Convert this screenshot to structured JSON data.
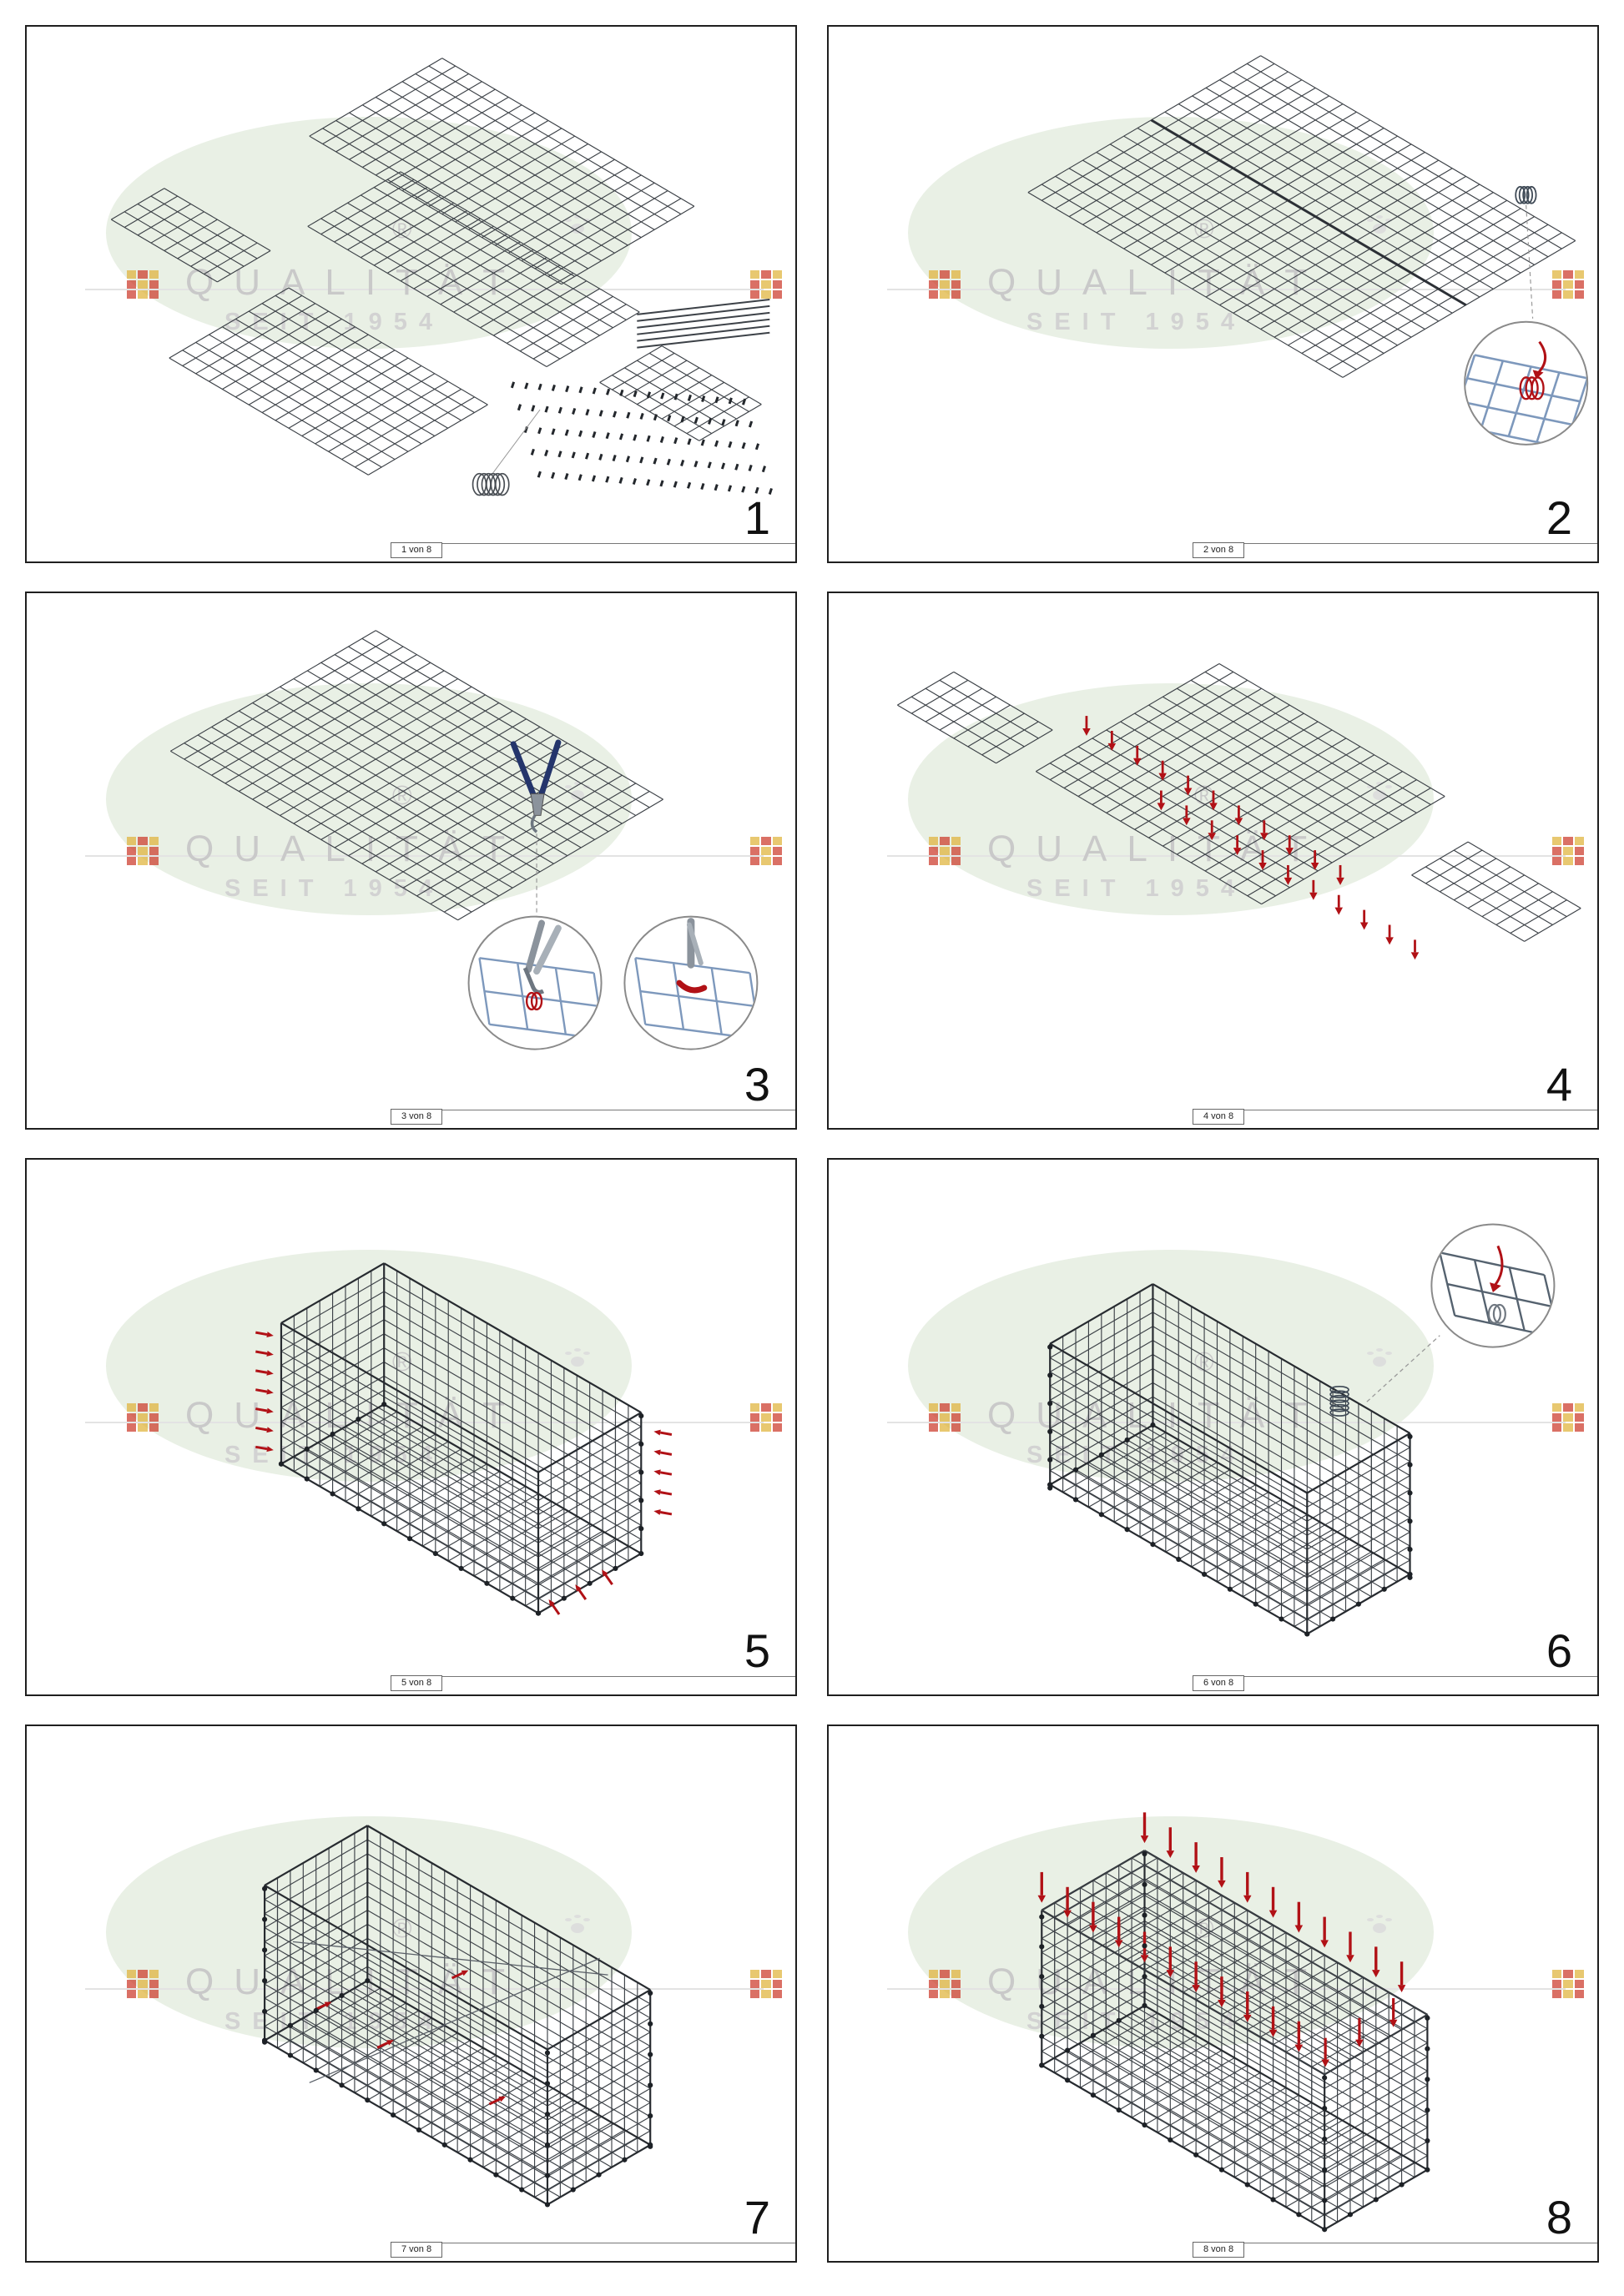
{
  "watermark": {
    "brand_line": "QUALITÄT",
    "since_line": "SEIT 1954",
    "registered": "®"
  },
  "panels": [
    {
      "step": "1",
      "page": "1 von 8"
    },
    {
      "step": "2",
      "page": "2 von 8"
    },
    {
      "step": "3",
      "page": "3 von 8"
    },
    {
      "step": "4",
      "page": "4 von 8"
    },
    {
      "step": "5",
      "page": "5 von 8"
    },
    {
      "step": "6",
      "page": "6 von 8"
    },
    {
      "step": "7",
      "page": "7 von 8"
    },
    {
      "step": "8",
      "page": "8 von 8"
    }
  ],
  "colors": {
    "mesh": "#3c4147",
    "edge": "#272b30",
    "accent_red": "#b11116",
    "detail_blue": "#7d98bc",
    "detail_dark": "#55626f",
    "tool_handle_blue": "#24356b",
    "tool_metal": "#8b939c",
    "watermark_green": "#e9f0e5"
  }
}
